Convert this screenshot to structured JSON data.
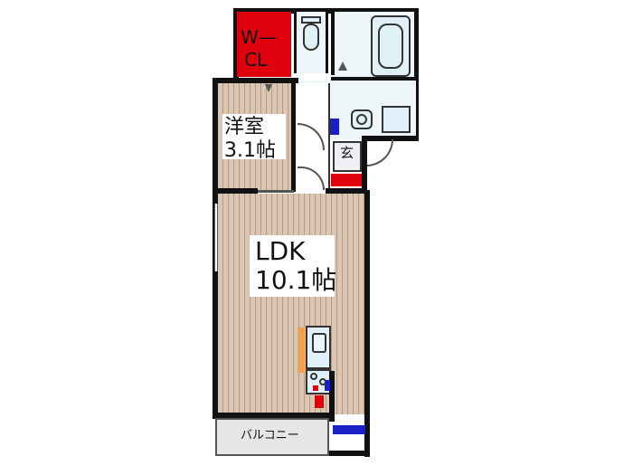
{
  "rooms": {
    "wcl": {
      "label_1": "W—",
      "label_2": "CL",
      "color": "#e0000d"
    },
    "western": {
      "label_1": "洋室",
      "label_2": "3.1帖"
    },
    "genkan": {
      "label": "玄"
    },
    "ldk": {
      "label_1": "LDK",
      "label_2": "10.1帖"
    },
    "balcony": {
      "label": "バルコニー"
    }
  },
  "colors": {
    "wall": "#111111",
    "accent_red": "#e0000d",
    "accent_blue": "#1a20c8",
    "wood_floor": "#d9c6b3",
    "wet_area": "#eef6fa",
    "fixture": "#dff0f8",
    "kitchen_counter": "#f2a24a"
  }
}
